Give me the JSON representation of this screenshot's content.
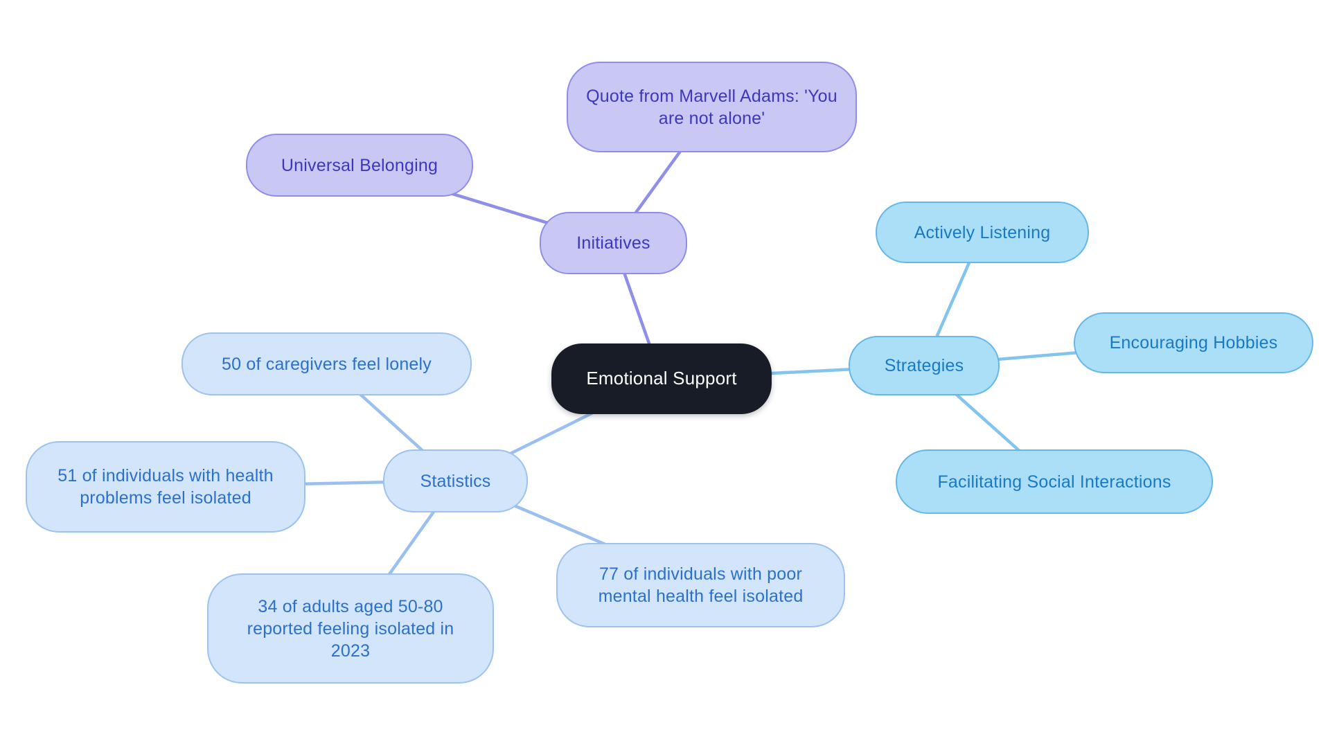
{
  "canvas": {
    "background": "#ffffff"
  },
  "root": {
    "label": "Emotional Support",
    "node_fill": "#171c26",
    "text_color": "#ffffff"
  },
  "branches": [
    {
      "label": "Initiatives",
      "node_fill": "#c9c8f5",
      "node_border": "#8f8dea",
      "text_color": "#3d38bb",
      "line_color": "#8f8eea",
      "children": [
        {
          "label": "Universal Belonging"
        },
        {
          "label": "Quote from Marvell Adams: 'You are not alone'"
        }
      ]
    },
    {
      "label": "Strategies",
      "node_fill": "#abdff8",
      "node_border": "#66b7e9",
      "text_color": "#1879c4",
      "line_color": "#82c4ee",
      "children": [
        {
          "label": "Actively Listening"
        },
        {
          "label": "Encouraging Hobbies"
        },
        {
          "label": "Facilitating Social Interactions"
        }
      ]
    },
    {
      "label": "Statistics",
      "node_fill": "#d3e5fa",
      "node_border": "#9cc2ef",
      "text_color": "#2b70ca",
      "line_color": "#9bc0f0",
      "children": [
        {
          "label": "50 of caregivers feel lonely"
        },
        {
          "label": "51 of individuals with health problems feel isolated"
        },
        {
          "label": "34 of adults aged 50-80 reported feeling isolated in 2023"
        },
        {
          "label": "77 of individuals with poor mental health feel isolated"
        }
      ]
    }
  ]
}
